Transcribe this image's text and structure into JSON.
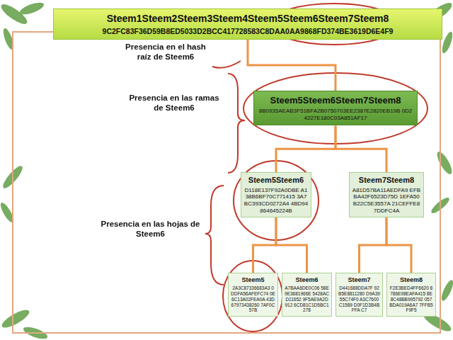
{
  "diagram": {
    "nodes": [
      {
        "text": [
          "Steem1Steem2Steem3Steem4Steem5Steem6Steem7Steem8",
          "9C2FC83F36D59B8ED5033D2BCC417728583C8DAA0AA9868FD374BE3619D6E4F9"
        ]
      },
      {
        "text": [
          "Steem5Steem6Steem7Steem8",
          "8B0935AEAB3F51BFA2B0750703EE2387E2820EB19B 0D24227E180C03A851AF17"
        ]
      },
      {
        "text": [
          "Steem5Steem6",
          "D118E137F92A0DBE A138B6BF70C771415 3A7BC393CD0272A4 4BD94864645224B"
        ]
      },
      {
        "text": [
          "Steem7Steem8",
          "A81D57BA11AEDFA9 EFBBA42F6523D75D 1EFA50B22C5E3557A 21CEFFE87DDFC4A"
        ]
      },
      {
        "text": [
          "Steem5",
          "2A3C87336683A3 0DDFA56AFEFC74 0E6C13A02FEA0A 43D67973438260 7AF0C57B"
        ]
      },
      {
        "text": [
          "Steem6",
          "A7BAA6DE0C06 58E9E3681966E 5428ACD11652 9F5AE9A2D912 6CD81C1D5BC1 278"
        ]
      },
      {
        "text": [
          "Steem7",
          "D441688DDA7F 92B5E8811280 D9A3955C74F0 A3C7600C1589 D0F1D3B4BFFA C7"
        ]
      },
      {
        "text": [
          "Steem8",
          "F2E3BED4FF6620 8786E98EAFA415 8E8C48BB995792 057BDA019A6A7 7FFB5F9F5"
        ]
      }
    ],
    "edges": [
      {
        "from": 0,
        "to": 1,
        "arrow": "none"
      },
      {
        "from": 1,
        "to": 2,
        "arrow": "none"
      },
      {
        "from": 1,
        "to": 3,
        "arrow": "none"
      },
      {
        "from": 2,
        "to": 4,
        "arrow": "none"
      },
      {
        "from": 2,
        "to": 5,
        "arrow": "none"
      },
      {
        "from": 3,
        "to": 6,
        "arrow": "none"
      },
      {
        "from": 3,
        "to": 7,
        "arrow": "none"
      }
    ],
    "labels": [
      "Presencia en el hash raíz de Steem6",
      "Presencia en las ramas de Steem6",
      "Presencia en las hojas de Steem6"
    ]
  }
}
